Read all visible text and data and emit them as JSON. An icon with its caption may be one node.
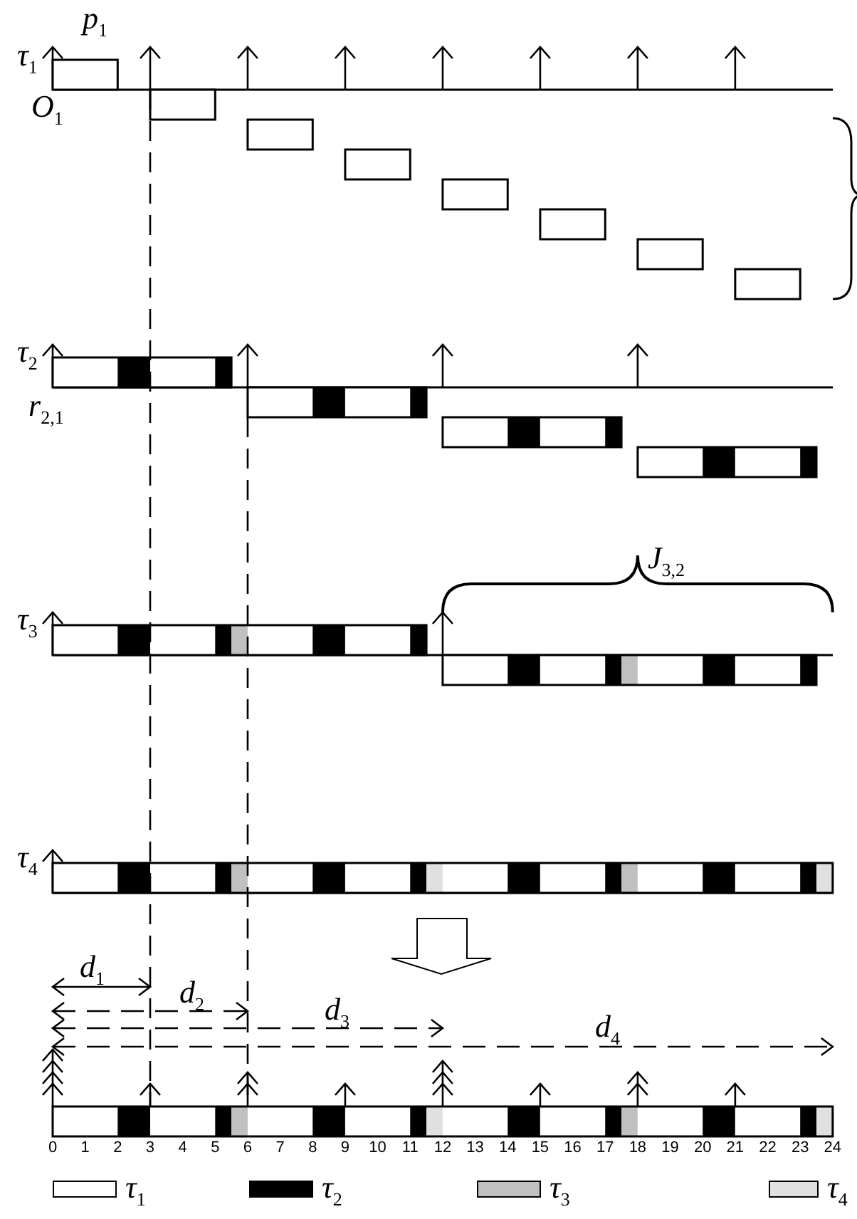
{
  "diagram": {
    "labels": [
      "p$_{1}$",
      "τ$_{1}$",
      "O$_{1}$",
      "τ$_{2}$",
      "r$_{2,1}$",
      "J$_{3,2}$",
      "τ$_{3}$",
      "τ$_{4}$",
      "d$_{1}$",
      "d$_{2}$",
      "d$_{3}$",
      "d$_{4}$",
      "0",
      "1",
      "2",
      "3",
      "4",
      "5",
      "6",
      "7",
      "8",
      "9",
      "10",
      "11",
      "12",
      "13",
      "14",
      "15",
      "16",
      "17",
      "18",
      "19",
      "20",
      "21",
      "22",
      "23",
      "24"
    ],
    "legend": [
      {
        "text": "τ$_{1}$",
        "color": "#ffffff"
      },
      {
        "text": "τ$_{2}$",
        "color": "#000000"
      },
      {
        "text": "τ$_{3}$",
        "color": "#c0c0c0"
      },
      {
        "text": "τ$_{4}$",
        "color": "#e0e0e0"
      }
    ]
  }
}
